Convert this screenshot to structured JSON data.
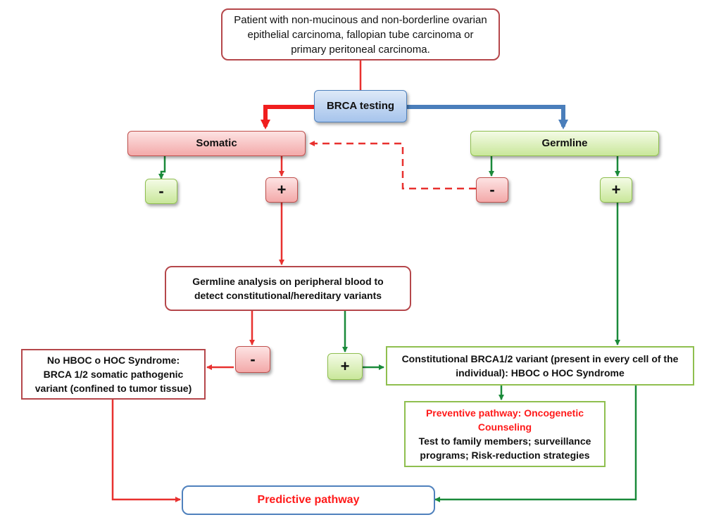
{
  "patient_box": {
    "line1": "Patient with non-mucinous and non-borderline ovarian",
    "line2": "epithelial carcinoma, fallopian tube carcinoma or",
    "line3": "primary peritoneal carcinoma."
  },
  "brca_testing": "BRCA testing",
  "somatic": "Somatic",
  "germline": "Germline",
  "signs": {
    "somatic_negative": "-",
    "somatic_positive": "+",
    "germline_negative": "-",
    "germline_positive": "+",
    "blood_negative": "-",
    "blood_positive": "+"
  },
  "germline_analysis": {
    "line1": "Germline analysis on peripheral blood to",
    "line2": "detect constitutional/hereditary variants"
  },
  "no_hboc": {
    "line1": "No HBOC o HOC Syndrome:",
    "line2": "BRCA 1/2 somatic pathogenic",
    "line3": "variant (confined to tumor tissue)"
  },
  "constitutional": {
    "line1": "Constitutional BRCA1/2 variant (present in every cell of the",
    "line2": "individual): HBOC o HOC Syndrome"
  },
  "preventive": {
    "title_line1": "Preventive pathway: Oncogenetic",
    "title_line2": "Counseling",
    "line1": "Test to family members; surveillance",
    "line2": "programs; Risk-reduction strategies"
  },
  "predictive": "Predictive pathway",
  "colors": {
    "red": "#ff1a1a",
    "dark_red": "#e84040",
    "green": "#1a8a3a",
    "blue": "#4a7ebb"
  }
}
